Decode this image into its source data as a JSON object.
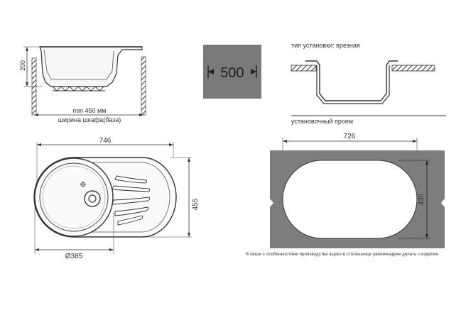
{
  "side_view": {
    "height_label": "200",
    "min_width_label": "min 450 мм",
    "cabinet_label": "ширина шкафа(база)"
  },
  "top_view": {
    "width_label": "746",
    "height_label": "455",
    "bowl_diameter_label": "Ø385"
  },
  "cabinet_badge": {
    "value_label": "500",
    "fill_color": "#7a7a7a"
  },
  "installation": {
    "type_label": "тип установки: врезная",
    "cutout_title": "установочный проем",
    "cutout_width_label": "726",
    "cutout_height_label": "435",
    "cutout_fill_color": "#7d7d7d",
    "note": "В связи с особенностями производства вырез в столешнице рекомендуем делать с изделия."
  }
}
